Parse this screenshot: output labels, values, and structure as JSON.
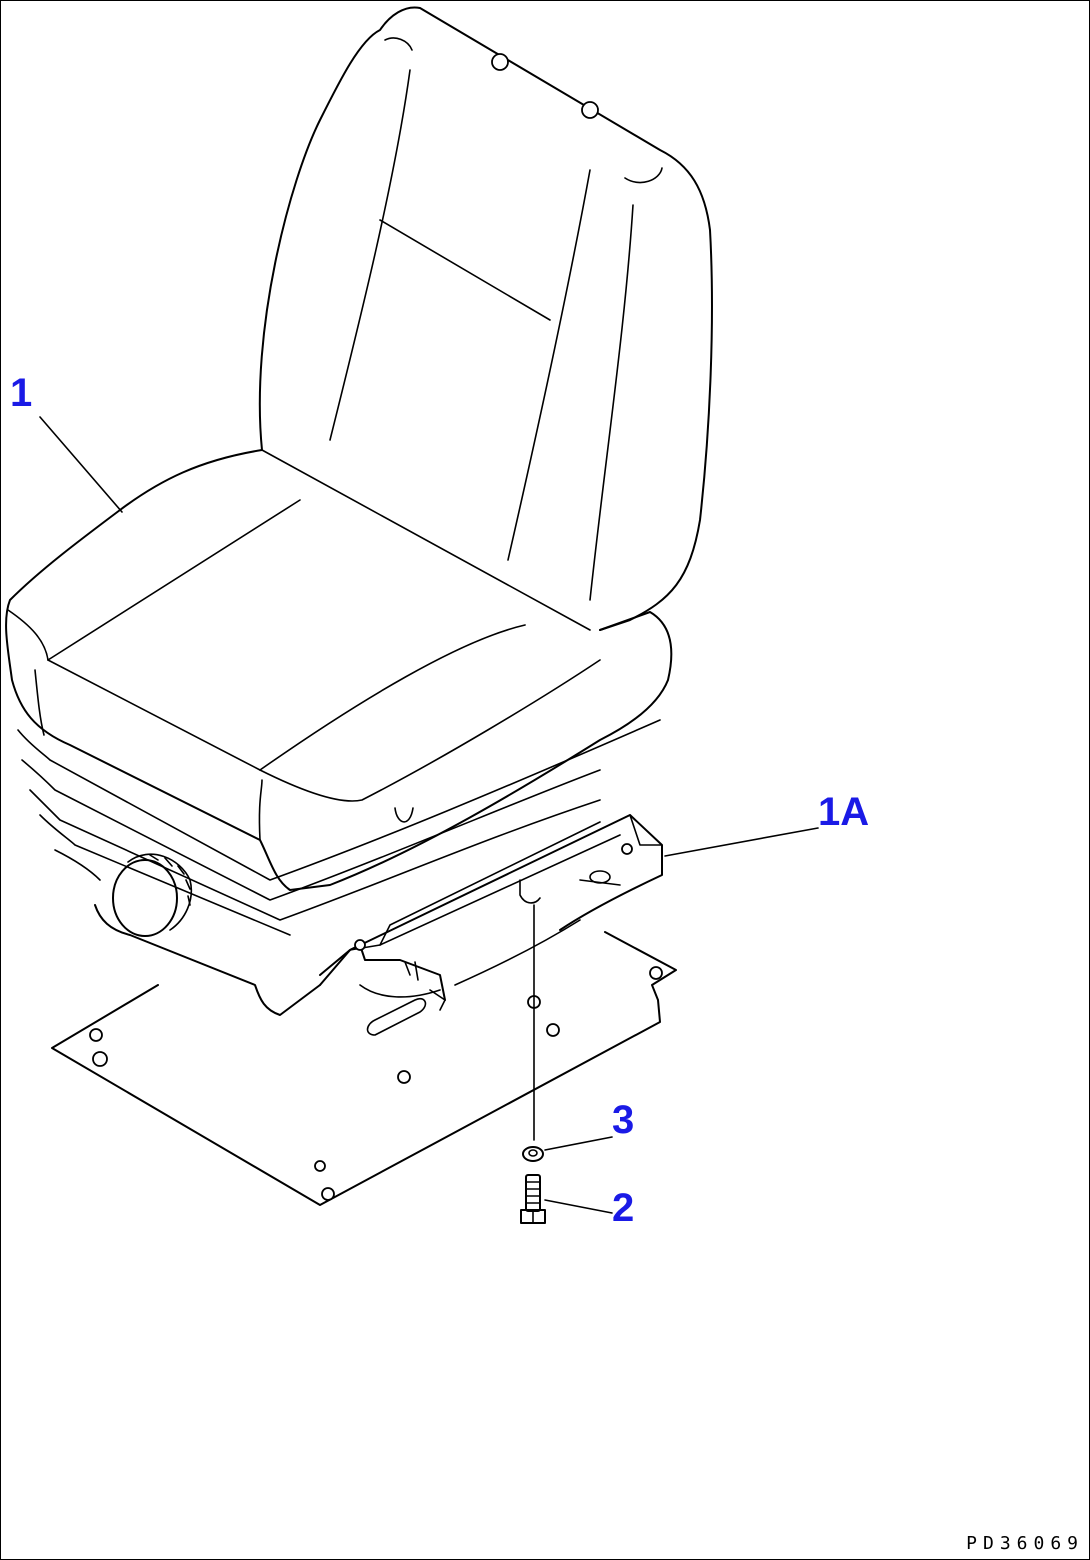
{
  "callouts": {
    "seat_assembly": "1",
    "seat_slide": "1A",
    "washer": "3",
    "bolt": "2"
  },
  "drawing_code": "PD36069",
  "colors": {
    "callout": "#1a1ae6",
    "linework": "#000000",
    "background": "#ffffff"
  }
}
